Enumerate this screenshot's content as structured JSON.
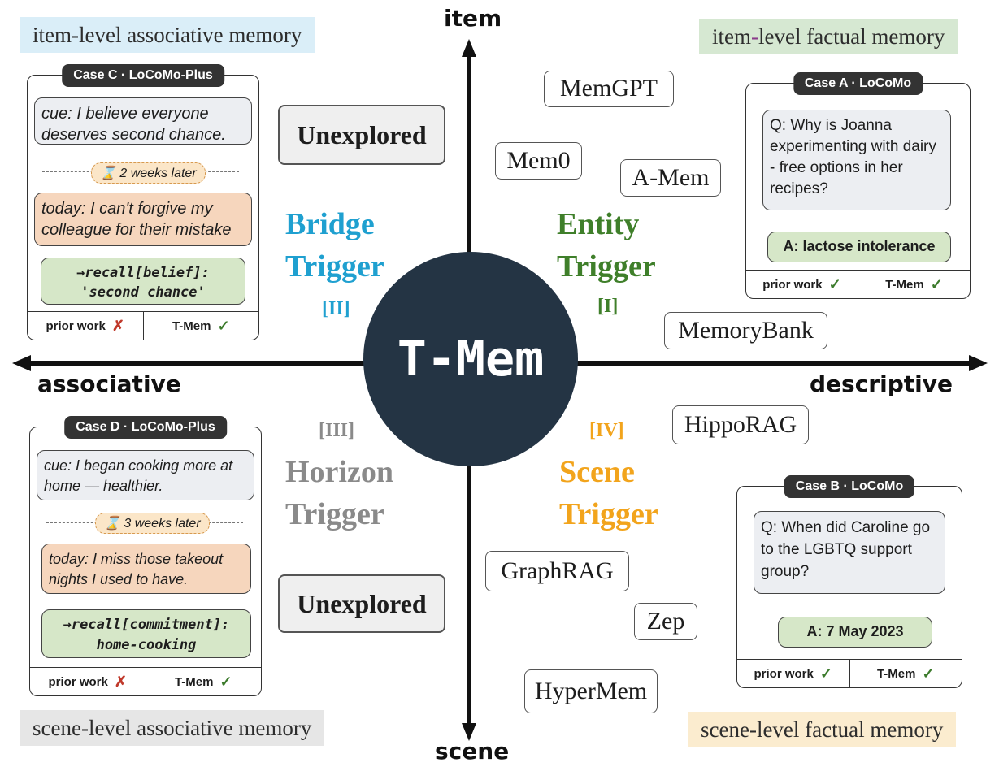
{
  "center": {
    "label": "T-Mem"
  },
  "axes": {
    "top": "item",
    "bottom": "scene",
    "left": "associative",
    "right": "descriptive"
  },
  "corners": {
    "top_left": "item-level associative memory",
    "top_right": {
      "a": "item",
      "dash": "-",
      "b": "level factual memory"
    },
    "bottom_left": "scene-level associative memory",
    "bottom_right": "scene-level factual memory"
  },
  "triggers": {
    "entity": {
      "line1": "Entity",
      "line2": "Trigger",
      "num": "[I]"
    },
    "bridge": {
      "line1": "Bridge",
      "line2": "Trigger",
      "num": "[II]"
    },
    "horizon": {
      "line1": "Horizon",
      "line2": "Trigger",
      "num": "[III]"
    },
    "scene": {
      "line1": "Scene",
      "line2": "Trigger",
      "num": "[IV]"
    }
  },
  "systems": [
    "MemGPT",
    "Mem0",
    "A-Mem",
    "MemoryBank",
    "HippoRAG",
    "GraphRAG",
    "Zep",
    "HyperMem"
  ],
  "unexplored": "Unexplored",
  "colors": {
    "bridge": "#1fa0d0",
    "entity": "#3f7f2a",
    "horizon": "#8a8a8a",
    "scene": "#f2a41c",
    "circle": "#243444"
  },
  "cases": {
    "a": {
      "title": "Case A · LoCoMo",
      "question": "Q: Why is Joanna experimenting with dairy - free options in her recipes?",
      "answer": "A: lactose intolerance",
      "prior": "prior work",
      "prior_mark": "✓",
      "tmem": "T-Mem",
      "tmem_mark": "✓"
    },
    "b": {
      "title": "Case B · LoCoMo",
      "question": "Q: When did Caroline go to the LGBTQ support group?",
      "answer": "A: 7 May 2023",
      "prior": "prior work",
      "prior_mark": "✓",
      "tmem": "T-Mem",
      "tmem_mark": "✓"
    },
    "c": {
      "title": "Case C · LoCoMo-Plus",
      "cue": "cue: I believe everyone deserves second chance.",
      "time": "2 weeks later",
      "today": "today: I can't forgive my colleague for their mistake",
      "recall_1": "→recall[belief]:",
      "recall_2": "'second chance'",
      "prior": "prior work",
      "prior_mark": "✗",
      "tmem": "T-Mem",
      "tmem_mark": "✓"
    },
    "d": {
      "title": "Case D · LoCoMo-Plus",
      "cue": "cue: I began cooking more at home — healthier.",
      "time": "3 weeks later",
      "today": "today: I miss those takeout nights I used to have.",
      "recall_1": "→recall[commitment]:",
      "recall_2": "home-cooking",
      "prior": "prior work",
      "prior_mark": "✗",
      "tmem": "T-Mem",
      "tmem_mark": "✓"
    }
  }
}
